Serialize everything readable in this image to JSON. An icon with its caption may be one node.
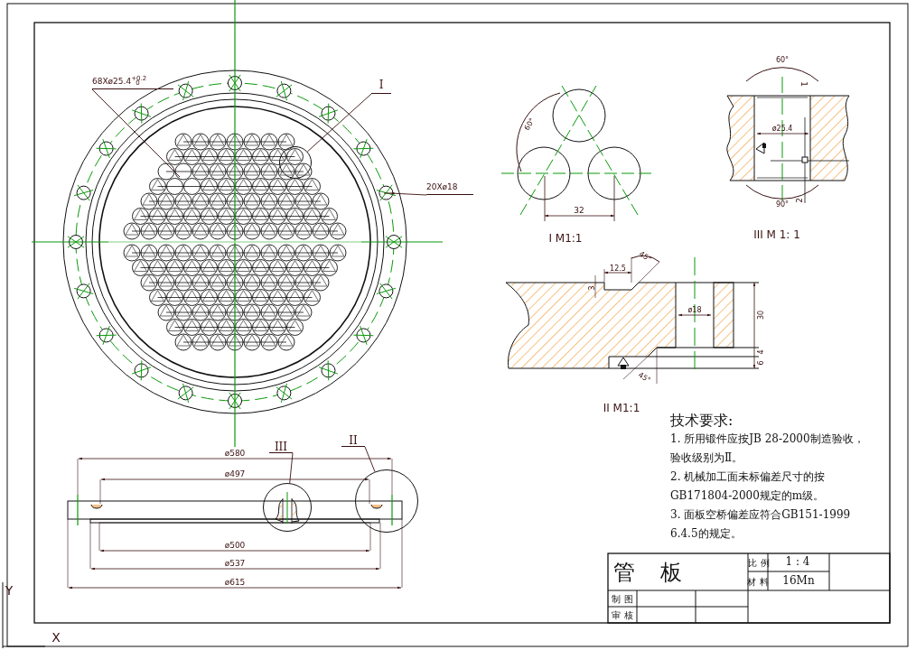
{
  "diagram": {
    "nodes": [
      {
        "text": [
          "68Xø25.4$^{+0.2}$$_{0}$"
        ]
      },
      {
        "text": [
          "I"
        ]
      },
      {
        "text": [],
        "shape": "circle"
      },
      {
        "text": [
          "20Xø18"
        ]
      },
      {
        "text": [
          "III"
        ]
      },
      {
        "text": [],
        "shape": "circle"
      },
      {
        "text": [
          "II"
        ]
      },
      {
        "text": [],
        "shape": "circle"
      }
    ],
    "edges": [
      {
        "from": 0,
        "to": null,
        "arrow": "none"
      },
      {
        "from": 1,
        "to": 2,
        "arrow": "none"
      },
      {
        "from": 3,
        "to": null,
        "arrow": "to"
      },
      {
        "from": 4,
        "to": 5,
        "arrow": "none"
      },
      {
        "from": 6,
        "to": 7,
        "arrow": "none"
      }
    ],
    "labels": [
      "60°",
      "32",
      "I M1:1",
      "60°",
      "1",
      "ø25.4",
      "90°",
      "2",
      "III M 1: 1",
      "12.5",
      "45°",
      "3",
      "ø18",
      "30",
      "4",
      "6",
      "45°",
      "II M1:1",
      "技术要求:",
      "1. 所用锻件应按JB 28-2000制造验收，验收级别为Ⅱ。",
      "2. 机械加工面未标偏差尺寸的按GB171804-2000规定的m级。",
      "3. 面板空桥偏差应符合GB151-1999 6.4.5的规定。",
      "ø580",
      "ø497",
      "ø500",
      "ø537",
      "ø615",
      "管 板",
      "比 例",
      "1 : 4",
      "材 料",
      "16Mn",
      "制 图",
      "审 核",
      "Y",
      "X"
    ]
  }
}
